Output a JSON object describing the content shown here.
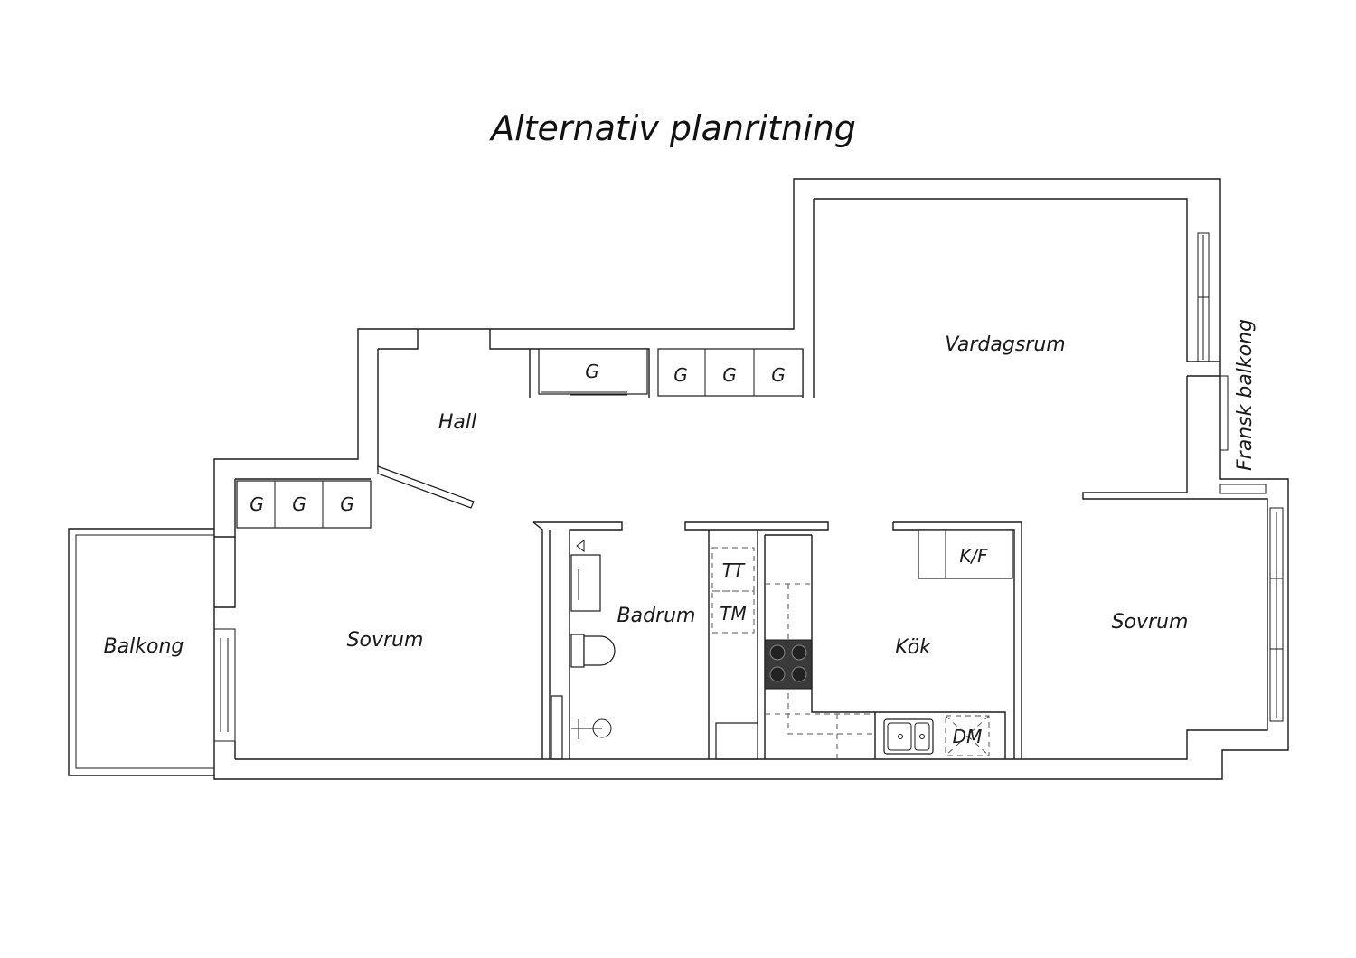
{
  "title": "Alternativ planritning",
  "rooms": {
    "vardagsrum": "Vardagsrum",
    "hall": "Hall",
    "sovrum_left": "Sovrum",
    "sovrum_right": "Sovrum",
    "balkong": "Balkong",
    "fransk_balkong": "Fransk balkong",
    "badrum": "Badrum",
    "kok": "Kök"
  },
  "fixtures": {
    "garderob": "G",
    "torktumlare": "TT",
    "tvattmaskin": "TM",
    "kyl_frys": "K/F",
    "diskmaskin": "DM"
  },
  "colors": {
    "line": "#1a1a1a",
    "stove": "#3a3a3a"
  }
}
